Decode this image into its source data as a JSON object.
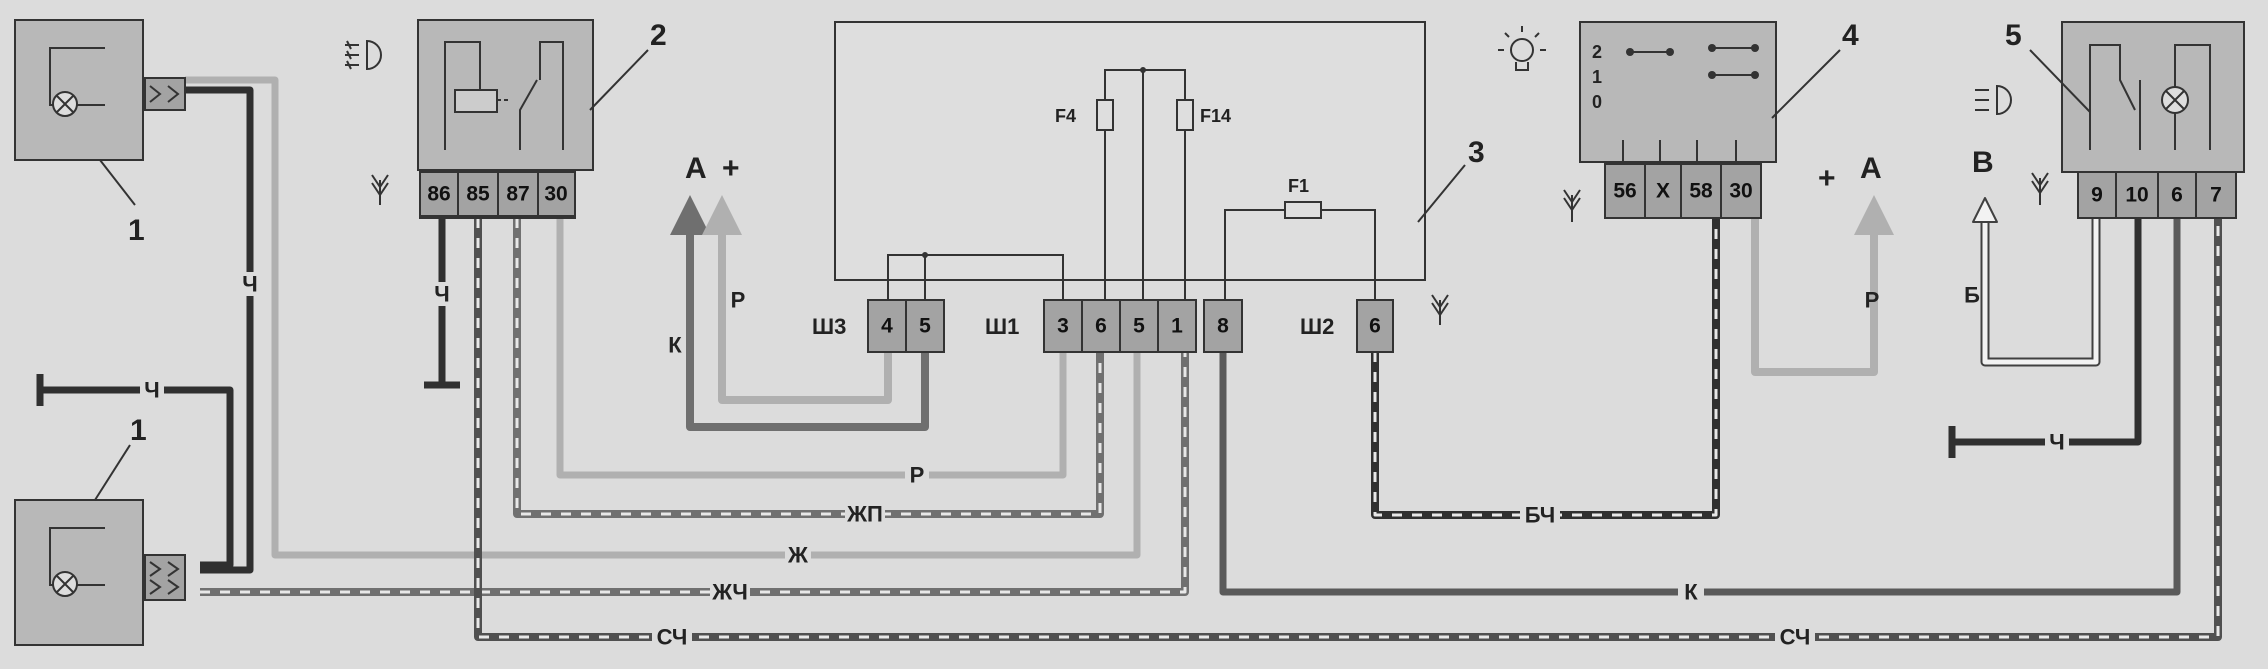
{
  "components": {
    "lamp_top_left": {
      "number": "1"
    },
    "lamp_bottom_left": {
      "number": "1"
    },
    "fog_relay": {
      "number": "2",
      "pins": [
        "86",
        "85",
        "87",
        "30"
      ]
    },
    "mounting_block": {
      "number": "3",
      "fuses": [
        "F4",
        "F14",
        "F1"
      ],
      "connector_sh3": {
        "label": "Ш3",
        "pins": [
          "4",
          "5"
        ]
      },
      "connector_sh1": {
        "label": "Ш1",
        "pins": [
          "3",
          "6",
          "5",
          "1",
          "8"
        ]
      },
      "connector_sh2": {
        "label": "Ш2",
        "pins": [
          "6"
        ]
      }
    },
    "light_switch": {
      "number": "4",
      "positions": [
        "2",
        "1",
        "0"
      ],
      "pins": [
        "56",
        "X",
        "58",
        "30"
      ]
    },
    "fog_switch": {
      "number": "5",
      "pins": [
        "9",
        "10",
        "6",
        "7"
      ]
    }
  },
  "power": {
    "left": {
      "letter": "А",
      "sign": "+"
    },
    "right": {
      "letter": "А",
      "sign": "+"
    },
    "b_terminal": {
      "letter": "В"
    }
  },
  "wires": {
    "ch_lamp": "Ч",
    "ch_relay": "Ч",
    "ch_ground_left": "Ч",
    "ch_ground_right": "Ч",
    "k_left": "К",
    "p_left": "Р",
    "p_right": "Р",
    "b_right": "Б",
    "p_long": "Р",
    "zhp": "ЖП",
    "zh": "Ж",
    "zhch": "ЖЧ",
    "k_long": "К",
    "sch_left": "СЧ",
    "sch_right": "СЧ",
    "bch": "БЧ"
  },
  "colors": {
    "black": "#303030",
    "gray": "#a8a8a8",
    "dark_gray": "#6f6f6f",
    "component_fill": "#b8b8b8",
    "pin_fill": "#a3a3a3"
  }
}
